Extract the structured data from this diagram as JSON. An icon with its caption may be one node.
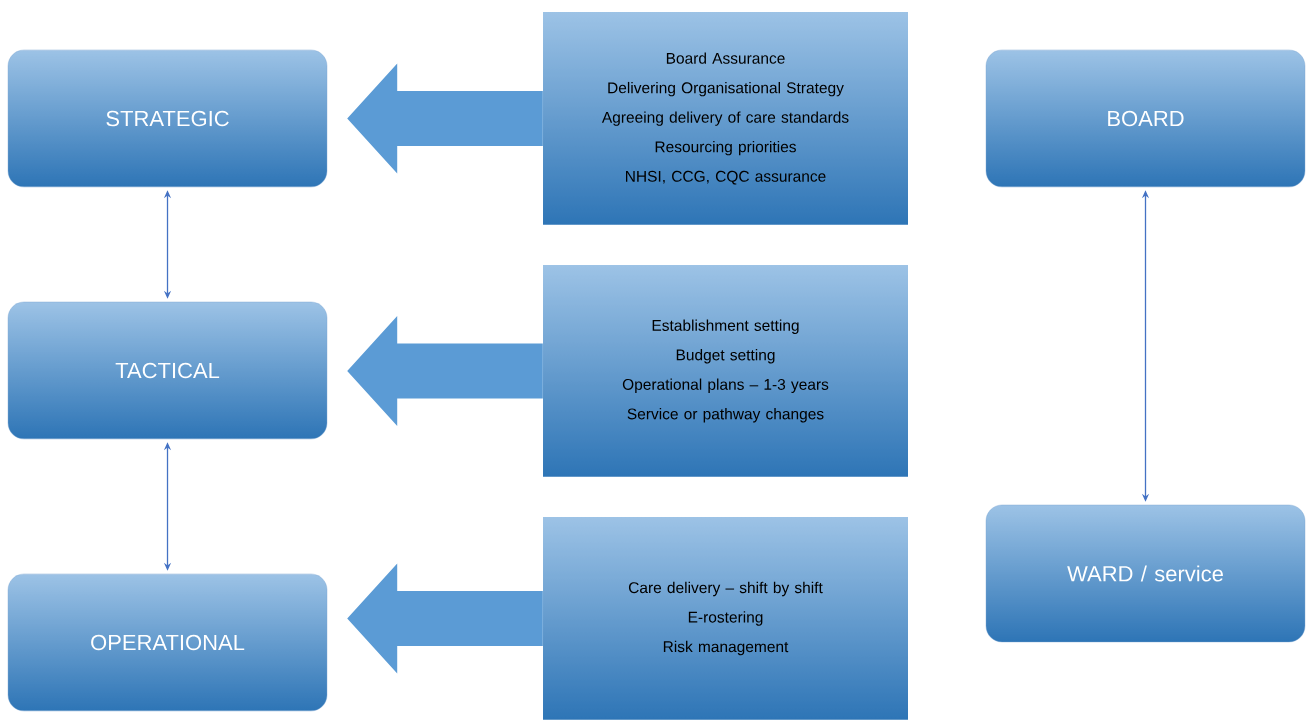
{
  "diagram": {
    "nodes": [
      {
        "text": [
          "STRATEGIC"
        ]
      },
      {
        "text": [
          "TACTICAL"
        ]
      },
      {
        "text": [
          "OPERATIONAL"
        ]
      },
      {
        "text": [
          "Board Assurance",
          "Delivering Organisational Strategy",
          "Agreeing delivery of care standards",
          "Resourcing priorities",
          "NHSI, CCG, CQC assurance"
        ]
      },
      {
        "text": [
          "Establishment setting",
          "Budget setting",
          "Operational plans – 1-3 years",
          "Service or pathway changes"
        ]
      },
      {
        "text": [
          "Care delivery – shift by shift",
          "E-rostering",
          "Risk management"
        ]
      },
      {
        "text": [
          "BOARD"
        ]
      },
      {
        "text": [
          "WARD / service"
        ]
      }
    ],
    "edges": [
      {
        "from": 0,
        "to": 1,
        "arrow": "both"
      },
      {
        "from": 1,
        "to": 2,
        "arrow": "both"
      },
      {
        "from": 6,
        "to": 7,
        "arrow": "both"
      },
      {
        "from": 3,
        "to": 0,
        "arrow": "to",
        "style": "thick"
      },
      {
        "from": 4,
        "to": 1,
        "arrow": "to",
        "style": "thick"
      },
      {
        "from": 5,
        "to": 2,
        "arrow": "to",
        "style": "thick"
      }
    ]
  }
}
